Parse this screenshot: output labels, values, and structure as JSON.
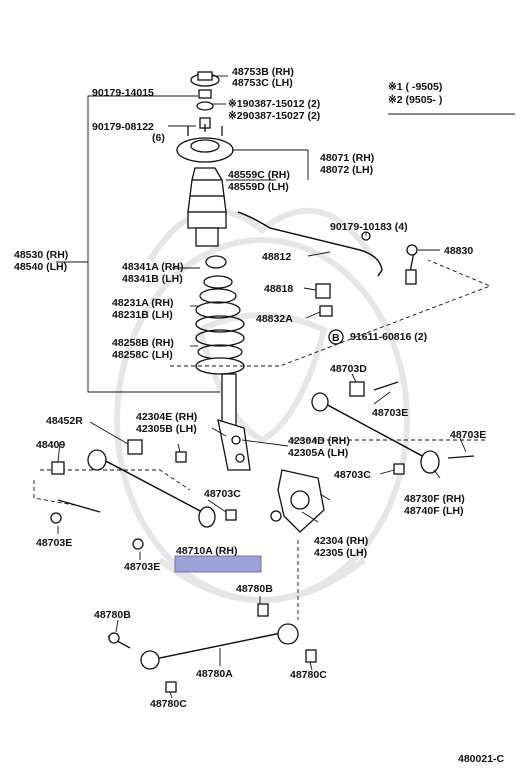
{
  "legend": {
    "line1": "※1 (      -9505)",
    "line2": "※2 (9505-        )"
  },
  "labels": {
    "p48753b": "48753B (RH)",
    "p48753c": "48753C (LH)",
    "p90179_14015": "90179-14015",
    "p190387": "※190387-15012 (2)",
    "p290387": "※290387-15027 (2)",
    "p90179_08122": "90179-08122",
    "qty6": "(6)",
    "p48071": "48071 (RH)",
    "p48072": "48072 (LH)",
    "p48559c": "48559C (RH)",
    "p48559d": "48559D (LH)",
    "p90179_10183": "90179-10183 (4)",
    "p48812": "48812",
    "p48830": "48830",
    "p48530": "48530 (RH)",
    "p48540": "48540 (LH)",
    "p48341a": "48341A (RH)",
    "p48341b": "48341B (LH)",
    "p48818": "48818",
    "p48231a": "48231A (RH)",
    "p48231b": "48231B (LH)",
    "p48832a": "48832A",
    "b_mark": "B",
    "p91611": "91611-60816 (2)",
    "p48258b": "48258B (RH)",
    "p48258c": "48258C (LH)",
    "p48703d": "48703D",
    "p48703e": "48703E",
    "p48452r": "48452R",
    "p42304e": "42304E (RH)",
    "p42305b": "42305B (LH)",
    "p42304d": "42304D (RH)",
    "p42305a": "42305A (LH)",
    "p48409": "48409",
    "p48703c_r": "48703C",
    "p48703c": "48703C",
    "p48730f": "48730F (RH)",
    "p48740f": "48740F (LH)",
    "p42304": "42304 (RH)",
    "p42305": "42305 (LH)",
    "p48710a": "48710A (RH)",
    "p48780b": "48780B",
    "p48780a": "48780A",
    "p48780c": "48780C",
    "diagram_code": "480021-C"
  },
  "colors": {
    "highlight": "#9ea2d6",
    "line": "#111111"
  }
}
